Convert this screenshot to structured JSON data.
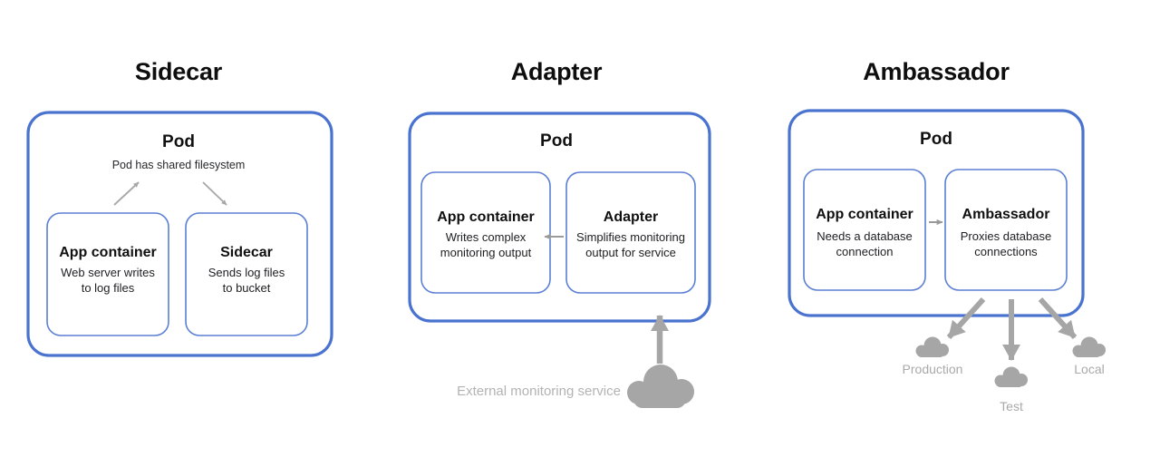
{
  "theme": {
    "background": "#ffffff",
    "pod_border": "#4a73d0",
    "container_border": "#5b7fd4",
    "arrow_gray": "#a8a8a8",
    "cloud_gray": "#a6a6a6",
    "label_gray": "#ababab",
    "text_dark": "#1b1b1b"
  },
  "panels": [
    {
      "title": "Sidecar",
      "pod_label": "Pod",
      "pod_note": "Pod has shared filesystem",
      "containers": [
        {
          "title": "App container",
          "body_lines": [
            "Web server writes",
            "to log files"
          ]
        },
        {
          "title": "Sidecar",
          "body_lines": [
            "Sends log files",
            "to bucket"
          ]
        }
      ],
      "arrows": [
        {
          "name": "arrow-to-app-container",
          "direction": "up-left-to-pod-note"
        },
        {
          "name": "arrow-to-sidecar",
          "direction": "down-right-from-pod-note"
        }
      ]
    },
    {
      "title": "Adapter",
      "pod_label": "Pod",
      "containers": [
        {
          "title": "App container",
          "body_lines": [
            "Writes complex",
            "monitoring output"
          ]
        },
        {
          "title": "Adapter",
          "body_lines": [
            "Simplifies monitoring",
            "output for service"
          ]
        }
      ],
      "arrows": [
        {
          "name": "arrow-adapter-to-app-container",
          "direction": "left"
        },
        {
          "name": "arrow-external-service-to-pod",
          "direction": "up"
        }
      ],
      "external": {
        "label": "External monitoring service",
        "icon": "cloud-icon"
      }
    },
    {
      "title": "Ambassador",
      "pod_label": "Pod",
      "containers": [
        {
          "title": "App container",
          "body_lines": [
            "Needs a database",
            "connection"
          ]
        },
        {
          "title": "Ambassador",
          "body_lines": [
            "Proxies database",
            "connections"
          ]
        }
      ],
      "arrows": [
        {
          "name": "arrow-app-to-ambassador",
          "direction": "right"
        },
        {
          "name": "arrow-ambassador-to-production",
          "direction": "down-left"
        },
        {
          "name": "arrow-ambassador-to-test",
          "direction": "down"
        },
        {
          "name": "arrow-ambassador-to-local",
          "direction": "down-right"
        }
      ],
      "targets": [
        {
          "label": "Production",
          "icon": "cloud-icon"
        },
        {
          "label": "Test",
          "icon": "cloud-icon"
        },
        {
          "label": "Local",
          "icon": "cloud-icon"
        }
      ]
    }
  ]
}
